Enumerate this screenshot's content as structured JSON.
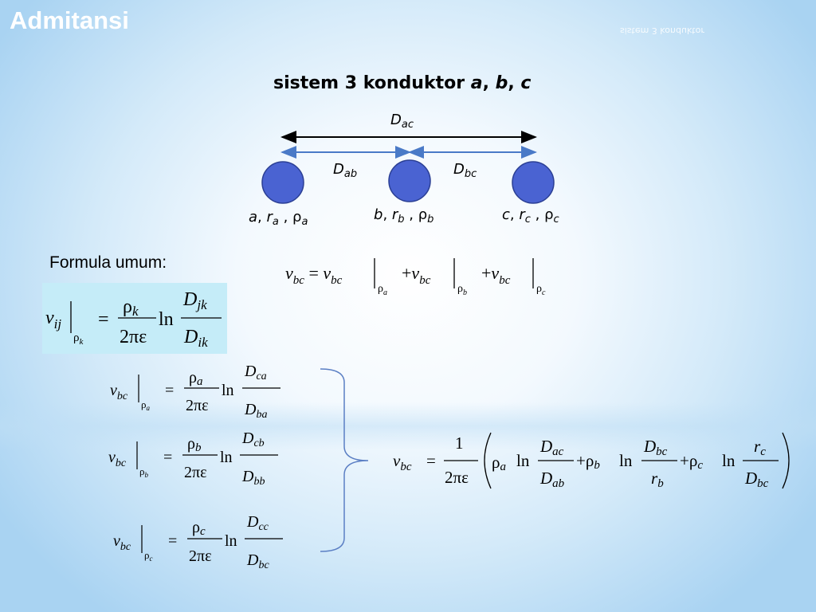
{
  "slide": {
    "title": "Admitansi",
    "ghost_text": "sistem 3 konduktor"
  },
  "heading": {
    "text": "sistem 3 konduktor",
    "vars": [
      "a",
      "b",
      "c"
    ]
  },
  "distance_labels": {
    "total": {
      "sym": "D",
      "sub": "ac"
    },
    "left": {
      "sym": "D",
      "sub": "ab"
    },
    "right": {
      "sym": "D",
      "sub": "bc"
    }
  },
  "conductors": [
    {
      "name": "a",
      "r_sub": "a",
      "rho_sub": "a",
      "color": "#4a63d2"
    },
    {
      "name": "b",
      "r_sub": "b",
      "rho_sub": "b",
      "color": "#4a63d2"
    },
    {
      "name": "c",
      "r_sub": "c",
      "rho_sub": "c",
      "color": "#4a63d2"
    }
  ],
  "formula_label": "Formula umum:",
  "colors": {
    "conductor_fill": "#4a63d2",
    "arrow_blue": "#4a7ac7",
    "box_fill": "#c5ecf8",
    "brace": "#5b7fc4"
  }
}
